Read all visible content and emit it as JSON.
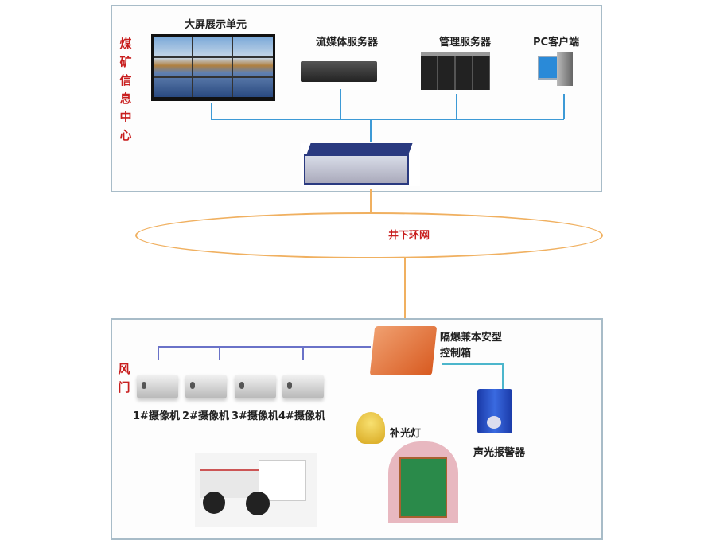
{
  "top_section": {
    "title": "煤矿信息中心",
    "devices": [
      {
        "label": "大屏展示单元",
        "icon": "video-wall-icon"
      },
      {
        "label": "流媒体服务器",
        "icon": "media-server-icon"
      },
      {
        "label": "管理服务器",
        "icon": "management-server-icon"
      },
      {
        "label": "PC客户端",
        "icon": "pc-client-icon"
      }
    ],
    "switch_icon": "core-switch-icon"
  },
  "ring": {
    "label": "井下环网"
  },
  "bottom_section": {
    "title": "风门",
    "control_box": "隔爆兼本安型\n控制箱",
    "control_box_lines": [
      "隔爆兼本安型",
      "控制箱"
    ],
    "cameras": [
      "1#摄像机",
      "2#摄像机",
      "3#摄像机",
      "4#摄像机"
    ],
    "fill_light": "补光灯",
    "alarm": "声光报警器"
  },
  "colors": {
    "title_red": "#c81e1e",
    "top_bus": "#3d9ad6",
    "ring": "#f0b060",
    "camera_bus": "#6a72c8",
    "alarm_line": "#4cb6cc"
  }
}
